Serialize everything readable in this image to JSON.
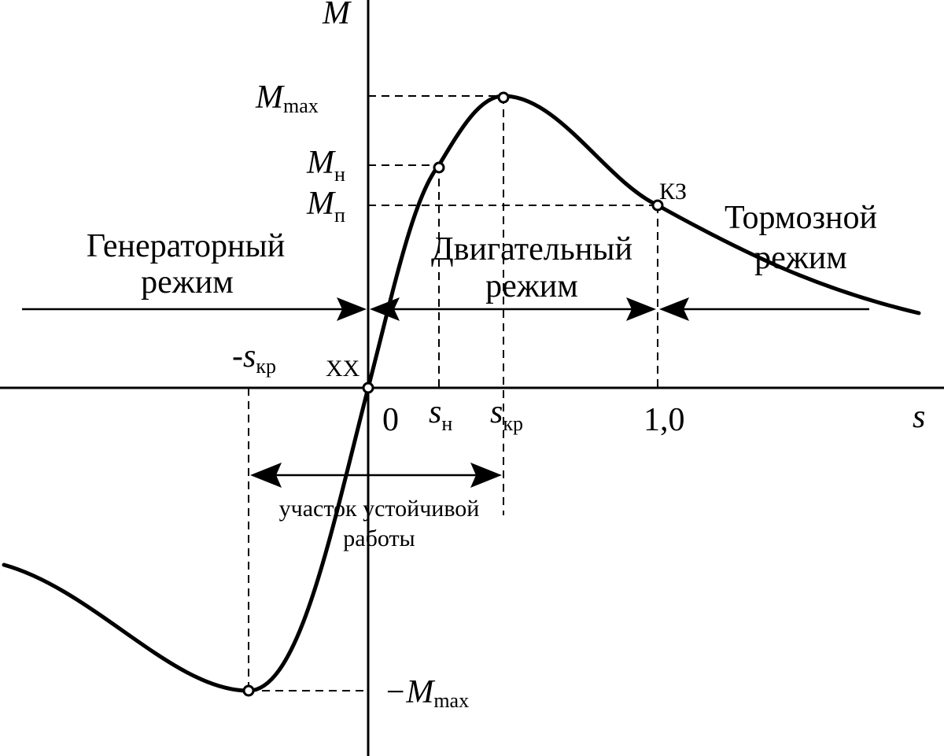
{
  "axes": {
    "y_label": "M",
    "x_label": "s"
  },
  "torque_levels": {
    "max": {
      "main": "M",
      "sub": "max"
    },
    "nominal": {
      "main": "M",
      "sub": "н"
    },
    "start": {
      "main": "M",
      "sub": "п"
    },
    "neg_max": {
      "main": "−M",
      "sub": "max"
    }
  },
  "slip_marks": {
    "zero": "0",
    "nominal": {
      "main": "s",
      "sub": "н"
    },
    "critical": {
      "main": "s",
      "sub": "кр"
    },
    "one": "1,0",
    "neg_critical": {
      "prefix": "-",
      "main": "s",
      "sub": "кр"
    }
  },
  "points": {
    "idle": "ХХ",
    "short_circuit": "КЗ"
  },
  "modes": {
    "generator": [
      "Генераторный",
      "режим"
    ],
    "motor": [
      "Двигательный",
      "режим"
    ],
    "brake": [
      "Тормозной",
      "режим"
    ]
  },
  "stable_zone": [
    "участок устойчивой",
    "работы"
  ]
}
